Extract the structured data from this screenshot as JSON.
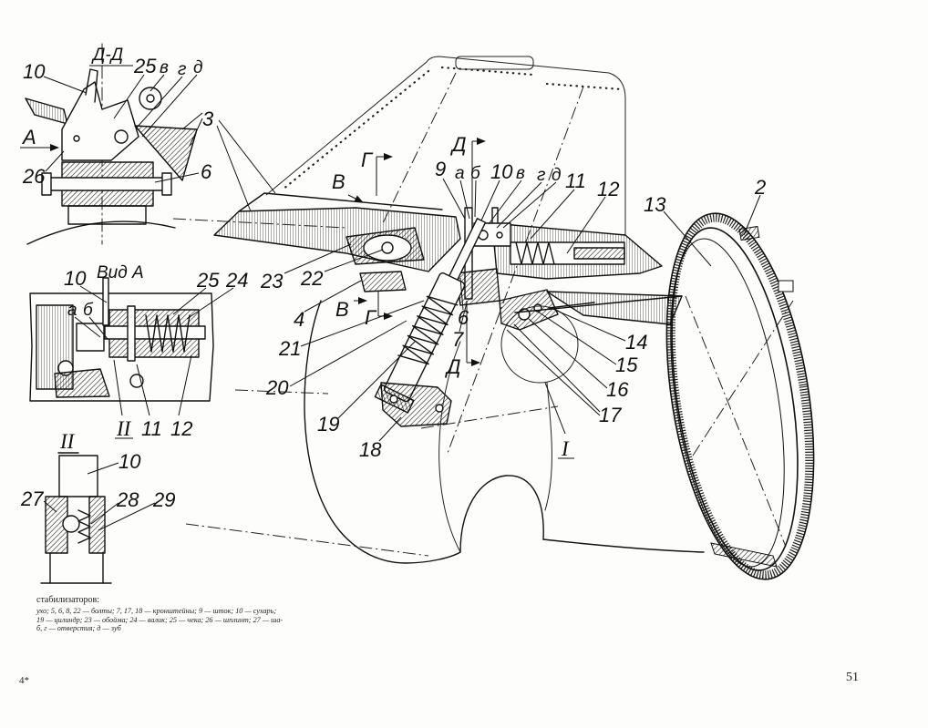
{
  "page": {
    "number": "51",
    "signature": "4*"
  },
  "caption": {
    "lines": [
      "стабилизаторов:",
      "ухо; 5, 6, 8, 22 — болты; 7, 17, 18 — кронштейны; 9 — шток; 10 — сухарь;",
      "19 — цилиндр; 23 — обойма; 24 — валик; 25 — чека; 26 — шплинт; 27 — ша-",
      "б, г — отверстия; д — зуб"
    ]
  },
  "section_dd": {
    "title": "Д-Д",
    "labels": [
      "10",
      "25",
      "в",
      "г",
      "д",
      "А",
      "26",
      "6"
    ]
  },
  "view_a": {
    "title": "Вид А",
    "labels": [
      "10",
      "25",
      "24",
      "а",
      "б",
      "II",
      "11",
      "12"
    ]
  },
  "section_ii": {
    "title": "II",
    "labels": [
      "10",
      "27",
      "28",
      "29"
    ]
  },
  "main_view": {
    "labels": [
      "3",
      "В",
      "Г",
      "Д",
      "9",
      "а",
      "б",
      "10",
      "в",
      "г",
      "д",
      "11",
      "12",
      "13",
      "2",
      "23",
      "22",
      "4",
      "В",
      "Г",
      "21",
      "6",
      "7",
      "Д",
      "14",
      "15",
      "16",
      "17",
      "20",
      "19",
      "18",
      "I"
    ]
  }
}
